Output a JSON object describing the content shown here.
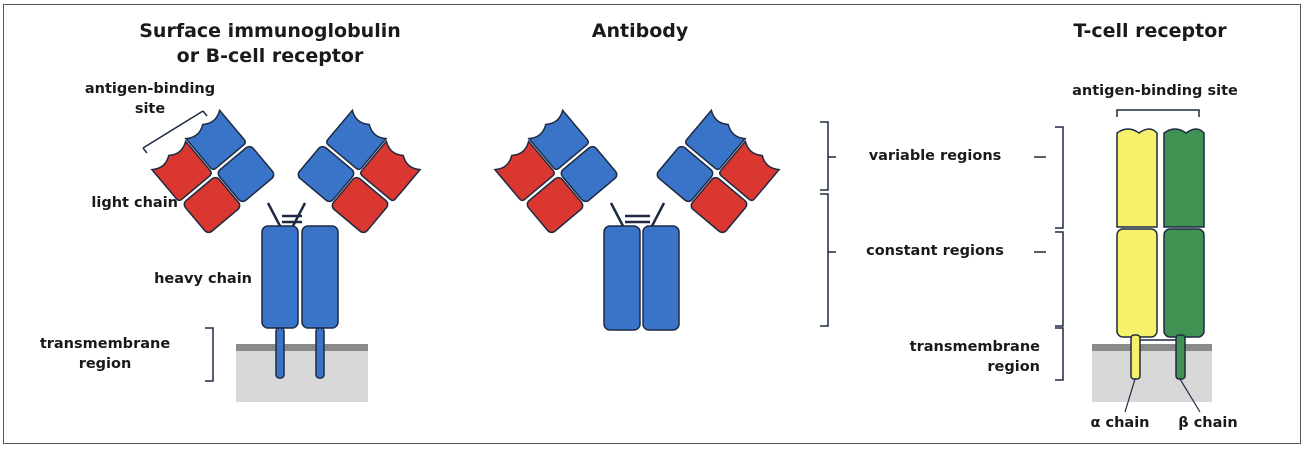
{
  "titles": {
    "bcell_line1": "Surface immunoglobulin",
    "bcell_line2": "or B-cell receptor",
    "antibody": "Antibody",
    "tcell": "T-cell receptor"
  },
  "bcell_labels": {
    "antigen_site_line1": "antigen-binding",
    "antigen_site_line2": "site",
    "light_chain": "light chain",
    "heavy_chain": "heavy chain",
    "transmembrane_line1": "transmembrane",
    "transmembrane_line2": "region"
  },
  "region_labels": {
    "variable": "variable regions",
    "constant": "constant regions"
  },
  "tcell_labels": {
    "antigen_site": "antigen-binding site",
    "transmembrane_line1": "transmembrane",
    "transmembrane_line2": "region",
    "alpha_chain": "α chain",
    "beta_chain": "β chain"
  },
  "colors": {
    "heavy": "#3a74c8",
    "light": "#d9372f",
    "alpha": "#f7f06a",
    "beta": "#3f9252",
    "membrane": "#d8d8d8",
    "membrane_edge": "#8a8a8a",
    "outline": "#1e2a44"
  }
}
